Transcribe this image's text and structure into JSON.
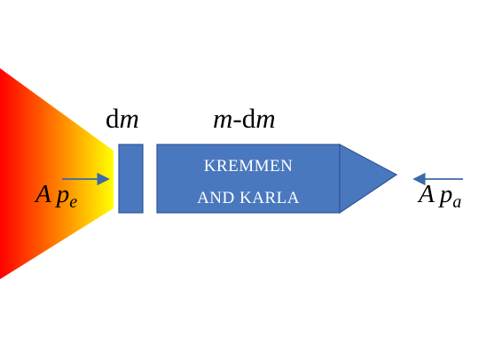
{
  "colors": {
    "flame_start": "#ff0000",
    "flame_mid": "#ff8a00",
    "flame_end": "#ffff00",
    "body_fill": "#4a78be",
    "body_stroke": "#2f5597",
    "arrow": "#3a6aa8",
    "text_dark": "#000000",
    "text_light": "#ffffff"
  },
  "labels": {
    "dm": {
      "prefix": "d",
      "var": "m"
    },
    "m_minus_dm": {
      "var": "m",
      "rest": "-dm",
      "rest_d": "-d",
      "rest_m": "m"
    },
    "body_line1": "KREMMEN",
    "body_line2": "AND KARLA",
    "force_exhaust": {
      "coef": "A",
      "var": "p",
      "sub": "e"
    },
    "force_ambient": {
      "coef": "A",
      "var": "p",
      "sub": "a"
    }
  },
  "icons": {
    "exhaust_arrow": "arrow-right-icon",
    "ambient_arrow": "arrow-left-icon"
  }
}
